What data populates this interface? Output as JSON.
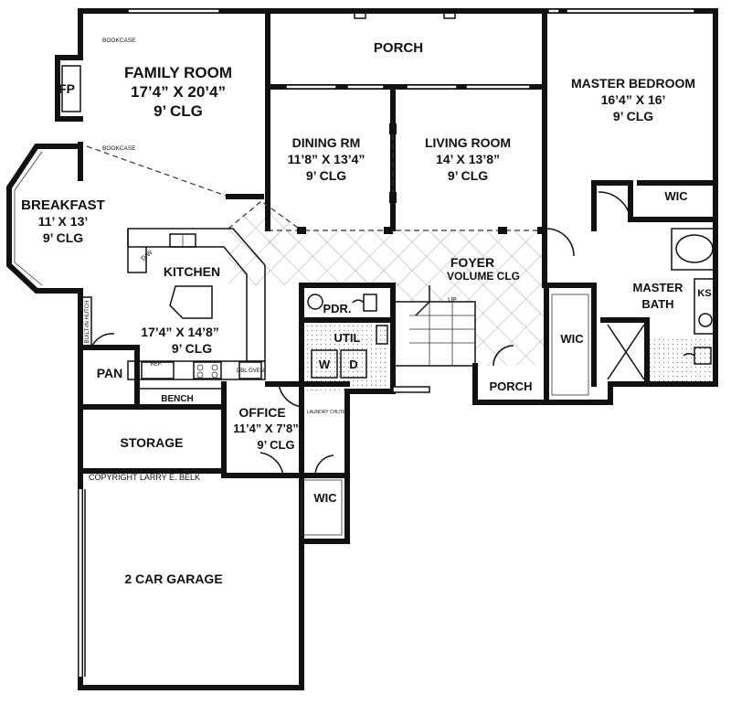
{
  "plan": {
    "rooms": {
      "porch_top": {
        "name": "PORCH"
      },
      "family_room": {
        "name": "FAMILY ROOM",
        "dims": "17’4” X 20’4”",
        "ceiling": "9’ CLG"
      },
      "dining": {
        "name": "DINING RM",
        "dims": "11’8” X 13’4”",
        "ceiling": "9’ CLG"
      },
      "living": {
        "name": "LIVING ROOM",
        "dims": "14’ X 13’8”",
        "ceiling": "9’ CLG"
      },
      "master_bedroom": {
        "name": "MASTER BEDROOM",
        "dims": "16’4” X 16’",
        "ceiling": "9’ CLG"
      },
      "breakfast": {
        "name": "BREAKFAST",
        "dims": "11’ X 13’",
        "ceiling": "9’ CLG"
      },
      "kitchen": {
        "name": "KITCHEN",
        "dims": "17’4” X 14’8”",
        "ceiling": "9’ CLG"
      },
      "foyer": {
        "name": "FOYER",
        "sub": "VOLUME CLG"
      },
      "master_bath": {
        "name": "MASTER",
        "name2": "BATH"
      },
      "wic_master": {
        "name": "WIC"
      },
      "wic_bath": {
        "name": "WIC"
      },
      "wic_office": {
        "name": "WIC"
      },
      "ks": {
        "name": "KS"
      },
      "pdr": {
        "name": "PDR."
      },
      "util": {
        "name": "UTIL"
      },
      "washer": {
        "name": "W"
      },
      "dryer": {
        "name": "D"
      },
      "porch_front": {
        "name": "PORCH"
      },
      "pantry": {
        "name": "PAN"
      },
      "fireplace": {
        "name": "FP"
      },
      "office": {
        "name": "OFFICE",
        "dims": "11’4” X 7’8”",
        "ceiling": "9’ CLG"
      },
      "storage": {
        "name": "STORAGE"
      },
      "garage": {
        "name": "2 CAR GARAGE"
      }
    },
    "labels": {
      "bookcase_top": "BOOKCASE",
      "bookcase_bottom": "BOOKCASE",
      "bench": "BENCH",
      "dw": "D/W",
      "ref": "REF.",
      "dbl_oven": "DBL OVEN",
      "built_in_hutch": "BUILT-IN HUTCH",
      "laundry_chute": "LAUNDRY CHUTE",
      "up": "UP",
      "copyright": "COPYRIGHT LARRY E. BELK"
    }
  }
}
